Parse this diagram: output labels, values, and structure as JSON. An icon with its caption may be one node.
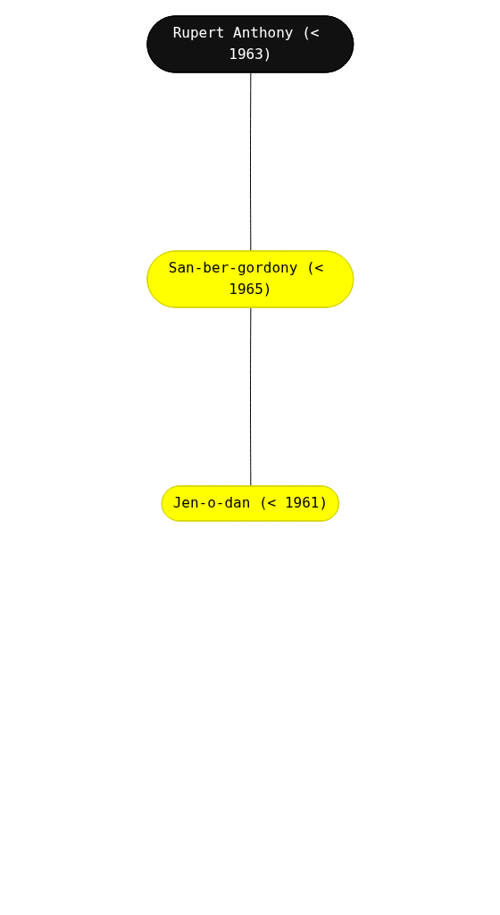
{
  "diagram": {
    "nodes": [
      {
        "text": [
          "Rupert Anthony (< 1963)"
        ]
      },
      {
        "text": [
          "San-ber-gordony (< 1965)"
        ]
      },
      {
        "text": [
          "Jen-o-dan (< 1961)"
        ]
      }
    ],
    "edges": [
      {
        "from": 0,
        "to": 1,
        "arrow": "none"
      },
      {
        "from": 1,
        "to": 2,
        "arrow": "none"
      }
    ]
  }
}
